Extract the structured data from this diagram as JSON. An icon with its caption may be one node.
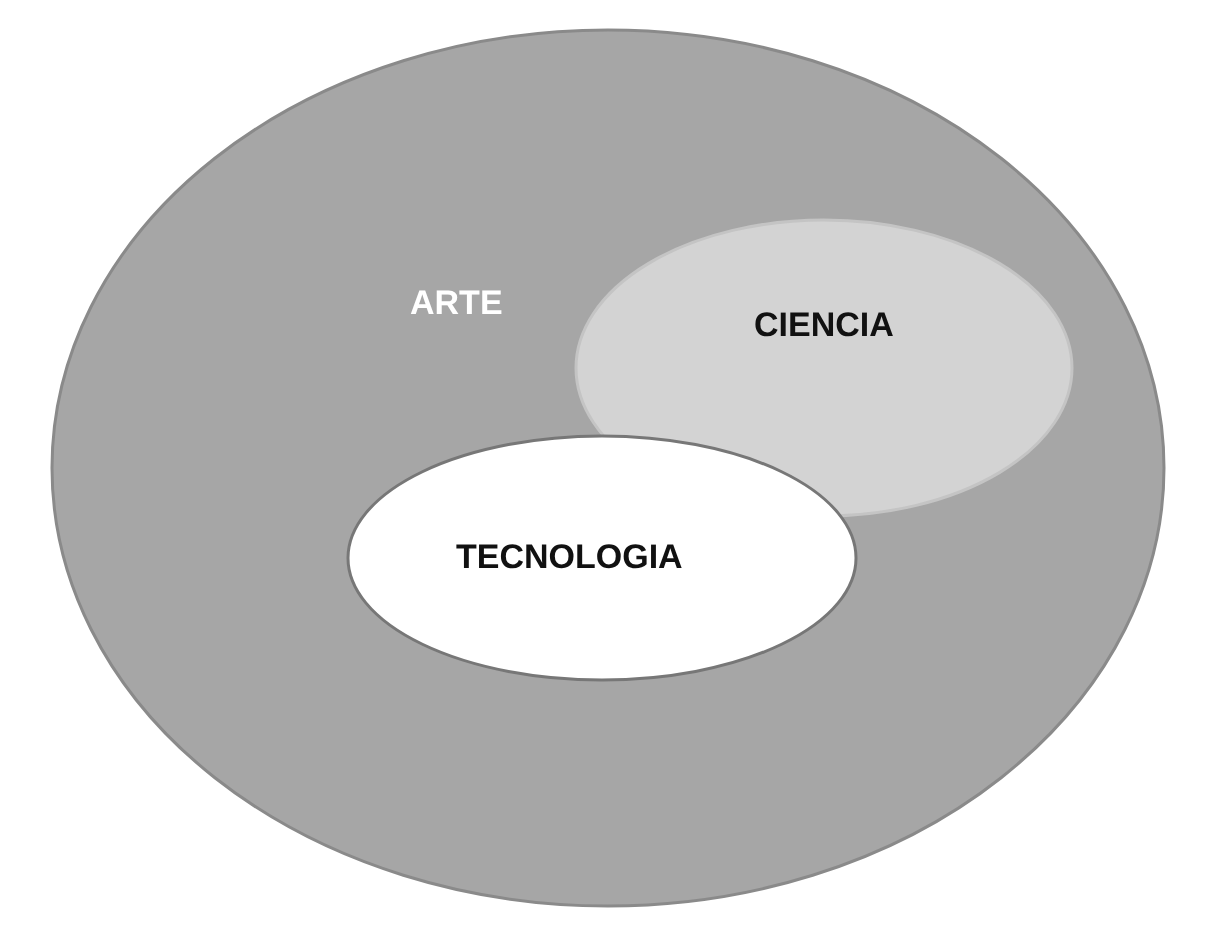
{
  "diagram": {
    "nodes": [
      {
        "text": [
          "ARTE"
        ]
      },
      {
        "text": [
          "CIENCIA"
        ],
        "in": 0
      },
      {
        "text": [
          "TECNOLOGIA"
        ],
        "in": 0
      }
    ]
  }
}
